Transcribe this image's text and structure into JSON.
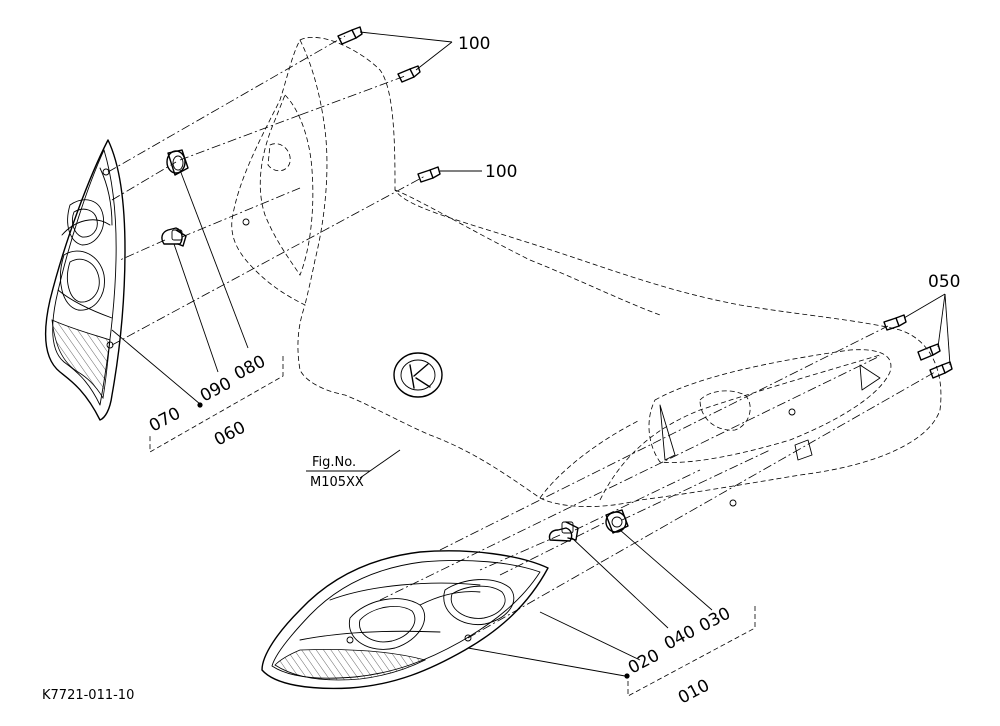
{
  "diagram": {
    "drawing_number": "K7721-011-10",
    "figure_ref": {
      "line1": "Fig.No.",
      "line2": "M105XX"
    },
    "callouts": {
      "c100a": "100",
      "c100b": "100",
      "c050": "050",
      "c060": "060",
      "c070": "070",
      "c080": "080",
      "c090": "090",
      "c010": "010",
      "c020": "020",
      "c030": "030",
      "c040": "040"
    },
    "parts": [
      "tractor-bonnet",
      "bonnet-emblem",
      "lamp-assembly-left",
      "lamp-assembly-right",
      "bulb-socket-left",
      "bulb-left",
      "bulb-socket-right",
      "bulb-right",
      "screws"
    ]
  }
}
